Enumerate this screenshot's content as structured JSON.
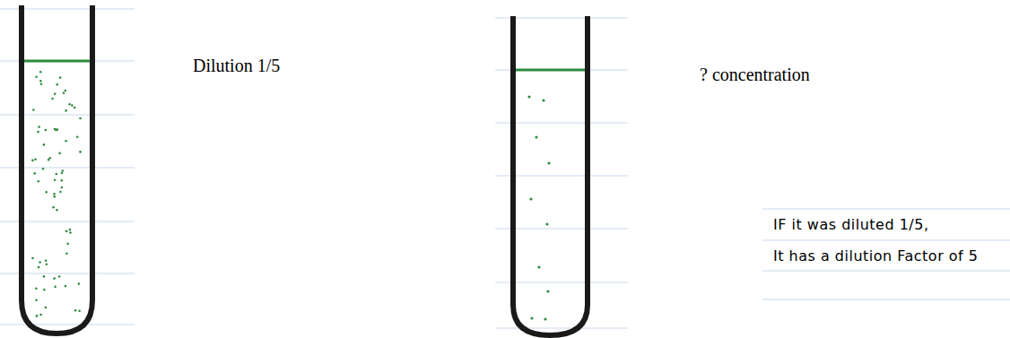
{
  "diagram": {
    "labels": [
      "Dilution 1/5",
      "? concentration",
      "IF it was diluted 1/5,",
      "It has a dilution Factor of 5"
    ]
  }
}
